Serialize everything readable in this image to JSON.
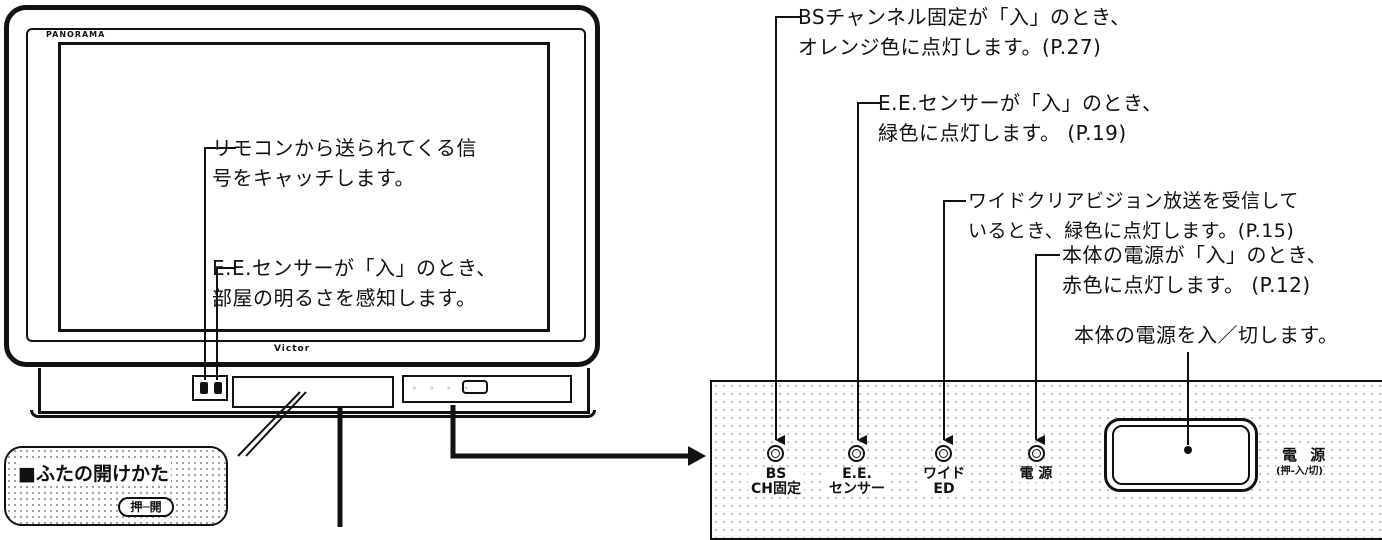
{
  "tv": {
    "brand_top": "PANORAMA",
    "brand_center": "Victor"
  },
  "front_notes": {
    "remote_sensor": [
      "リモコンから送られてくる信",
      "号をキャッチします。"
    ],
    "ee_sensor": [
      "E.E.センサーが「入」のとき、",
      "部屋の明るさを感知します。"
    ]
  },
  "lid": {
    "title": "■ふたの開けかた",
    "button_label": "押─開"
  },
  "panel_notes": {
    "bs_fixed": [
      "BSチャンネル固定が「入」のとき、",
      "オレンジ色に点灯します。(P.27)"
    ],
    "ee_sensor": [
      "E.E.センサーが「入」のとき、",
      "緑色に点灯します。 (P.19)"
    ],
    "wide_clear": [
      "ワイドクリアビジョン放送を受信して",
      "いるとき、緑色に点灯します。(P.15)"
    ],
    "power_led": [
      "本体の電源が「入」のとき、",
      "赤色に点灯します。 (P.12)"
    ],
    "power_button": "本体の電源を入／切します。"
  },
  "indicators": [
    {
      "label_lines": [
        "BS",
        "CH固定"
      ]
    },
    {
      "label_lines": [
        "E.E.",
        "センサー"
      ]
    },
    {
      "label_lines": [
        "ワイド",
        "ED"
      ]
    },
    {
      "label_lines": [
        "電 源",
        ""
      ]
    }
  ],
  "power_button": {
    "label": "電 源",
    "sub_label": "(押-入/切)"
  }
}
